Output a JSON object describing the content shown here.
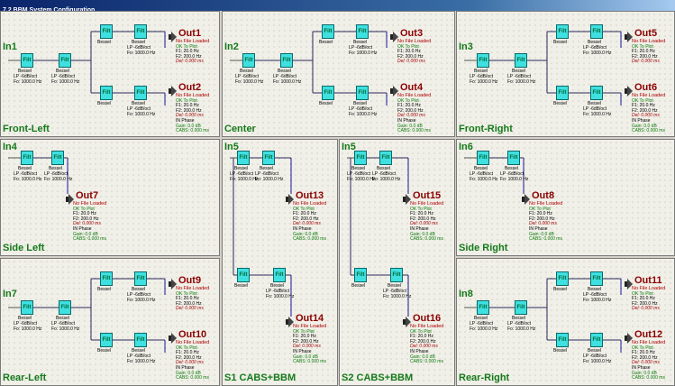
{
  "window": {
    "title": "7.2 BBM System Configuration"
  },
  "labels": {
    "filter_button": "Filt",
    "bessel": "Bessel",
    "lp": "LP -6dB/oct",
    "fo": "Fo: 1000.0 Hz",
    "no_file": "No File Loaded",
    "ok_to_plot": "OK To Plot",
    "f1": "F1: 20.0 Hz",
    "f2": "F2: 200.0 Hz",
    "del": "Del: 0.000 ms",
    "in_phase": "IN Phase",
    "gain": "Gain: 0.0 dB",
    "cabs": "CABS: 0.000 ms"
  },
  "panels": [
    {
      "input": "In1",
      "name": "Front-Left",
      "outputs": [
        "Out1",
        "Out2"
      ]
    },
    {
      "input": "In2",
      "name": "Center",
      "outputs": [
        "Out3",
        "Out4"
      ]
    },
    {
      "input": "In3",
      "name": "Front-Right",
      "outputs": [
        "Out5",
        "Out6"
      ]
    },
    {
      "input": "In4",
      "name": "Side Left",
      "outputs": [
        "Out7"
      ]
    },
    {
      "input": "In5",
      "name": "S1 CABS+BBM",
      "outputs": [
        "Out13",
        "Out14"
      ]
    },
    {
      "input": "In5",
      "name": "S2 CABS+BBM",
      "outputs": [
        "Out15",
        "Out16"
      ]
    },
    {
      "input": "In6",
      "name": "Side Right",
      "outputs": [
        "Out8"
      ]
    },
    {
      "input": "In7",
      "name": "Rear-Left",
      "outputs": [
        "Out9",
        "Out10"
      ]
    },
    {
      "input": "In8",
      "name": "Rear-Right",
      "outputs": [
        "Out11",
        "Out12"
      ]
    }
  ]
}
